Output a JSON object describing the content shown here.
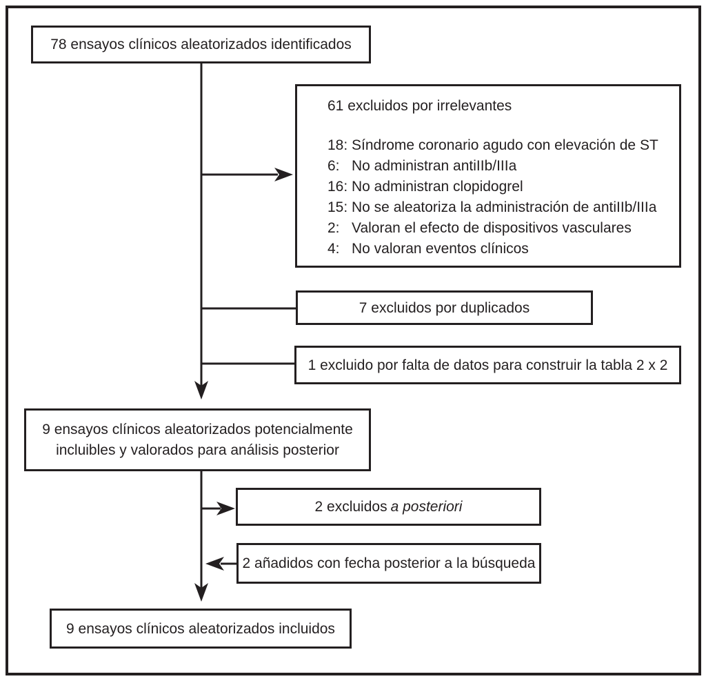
{
  "diagram": {
    "type": "flow-diagram",
    "colors": {
      "line": "#231f20",
      "background": "#ffffff"
    },
    "boxes": {
      "identified": "78 ensayos clínicos aleatorizados identificados",
      "irrelevant_header": "61 excluidos por irrelevantes",
      "irrelevant_reasons": [
        {
          "count": "18:",
          "label": "Síndrome coronario agudo con elevación de ST"
        },
        {
          "count": "6:",
          "label": "No administran antiIIb/IIIa"
        },
        {
          "count": "16:",
          "label": "No administran clopidogrel"
        },
        {
          "count": "15:",
          "label": "No se aleatoriza la administración de antiIIb/IIIa"
        },
        {
          "count": "2:",
          "label": "Valoran el efecto de dispositivos vasculares"
        },
        {
          "count": "4:",
          "label": "No valoran eventos clínicos"
        }
      ],
      "duplicates": "7 excluidos por duplicados",
      "missing_data": "1 excluido por falta de datos para construir la tabla 2 x 2",
      "potential": "9 ensayos clínicos aleatorizados potencialmente incluibles y valorados para análisis posterior",
      "posteriori_prefix": "2 excluidos",
      "posteriori_italic": "a posteriori",
      "added": "2 añadidos con fecha posterior a la búsqueda",
      "included": "9 ensayos clínicos aleatorizados incluidos"
    }
  }
}
